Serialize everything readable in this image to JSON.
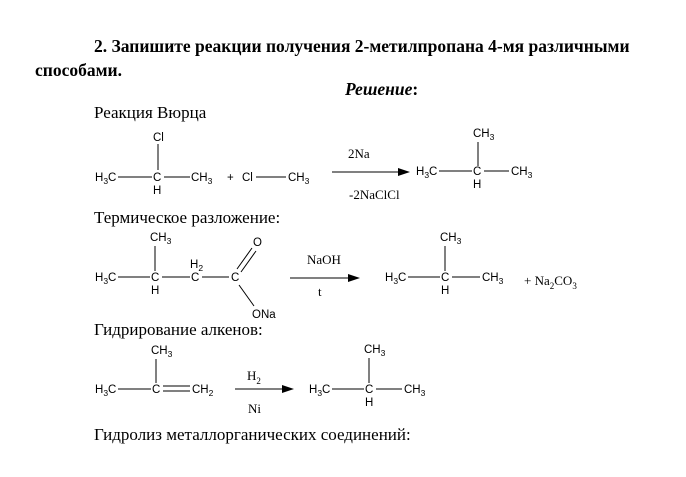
{
  "task": {
    "title_line1": "2. Запишите реакции получения 2-метилпропана 4-мя различными",
    "title_line2": "способами.",
    "solution": "Решение",
    "solution_colon": ":"
  },
  "sections": [
    {
      "heading": "Реакция Вюрца"
    },
    {
      "heading": "Термическое разложение:"
    },
    {
      "heading": "Гидрирование алкенов:"
    },
    {
      "heading": "Гидролиз металлорганических соединений:"
    }
  ],
  "reaction1": {
    "reagent": "2Na",
    "byproduct": "-2NaClCl",
    "plus": "+",
    "cl": "Cl",
    "c": "C",
    "h": "H",
    "h3c": "H3C",
    "ch3": "CH3"
  },
  "reaction2": {
    "reagent": "NaOH",
    "condition": "t",
    "o": "O",
    "ona": "ONa",
    "h2": "H2",
    "product_extra": "+ Na2CO3"
  },
  "reaction3": {
    "reagent": "H2",
    "catalyst": "Ni",
    "ch2": "CH2"
  }
}
